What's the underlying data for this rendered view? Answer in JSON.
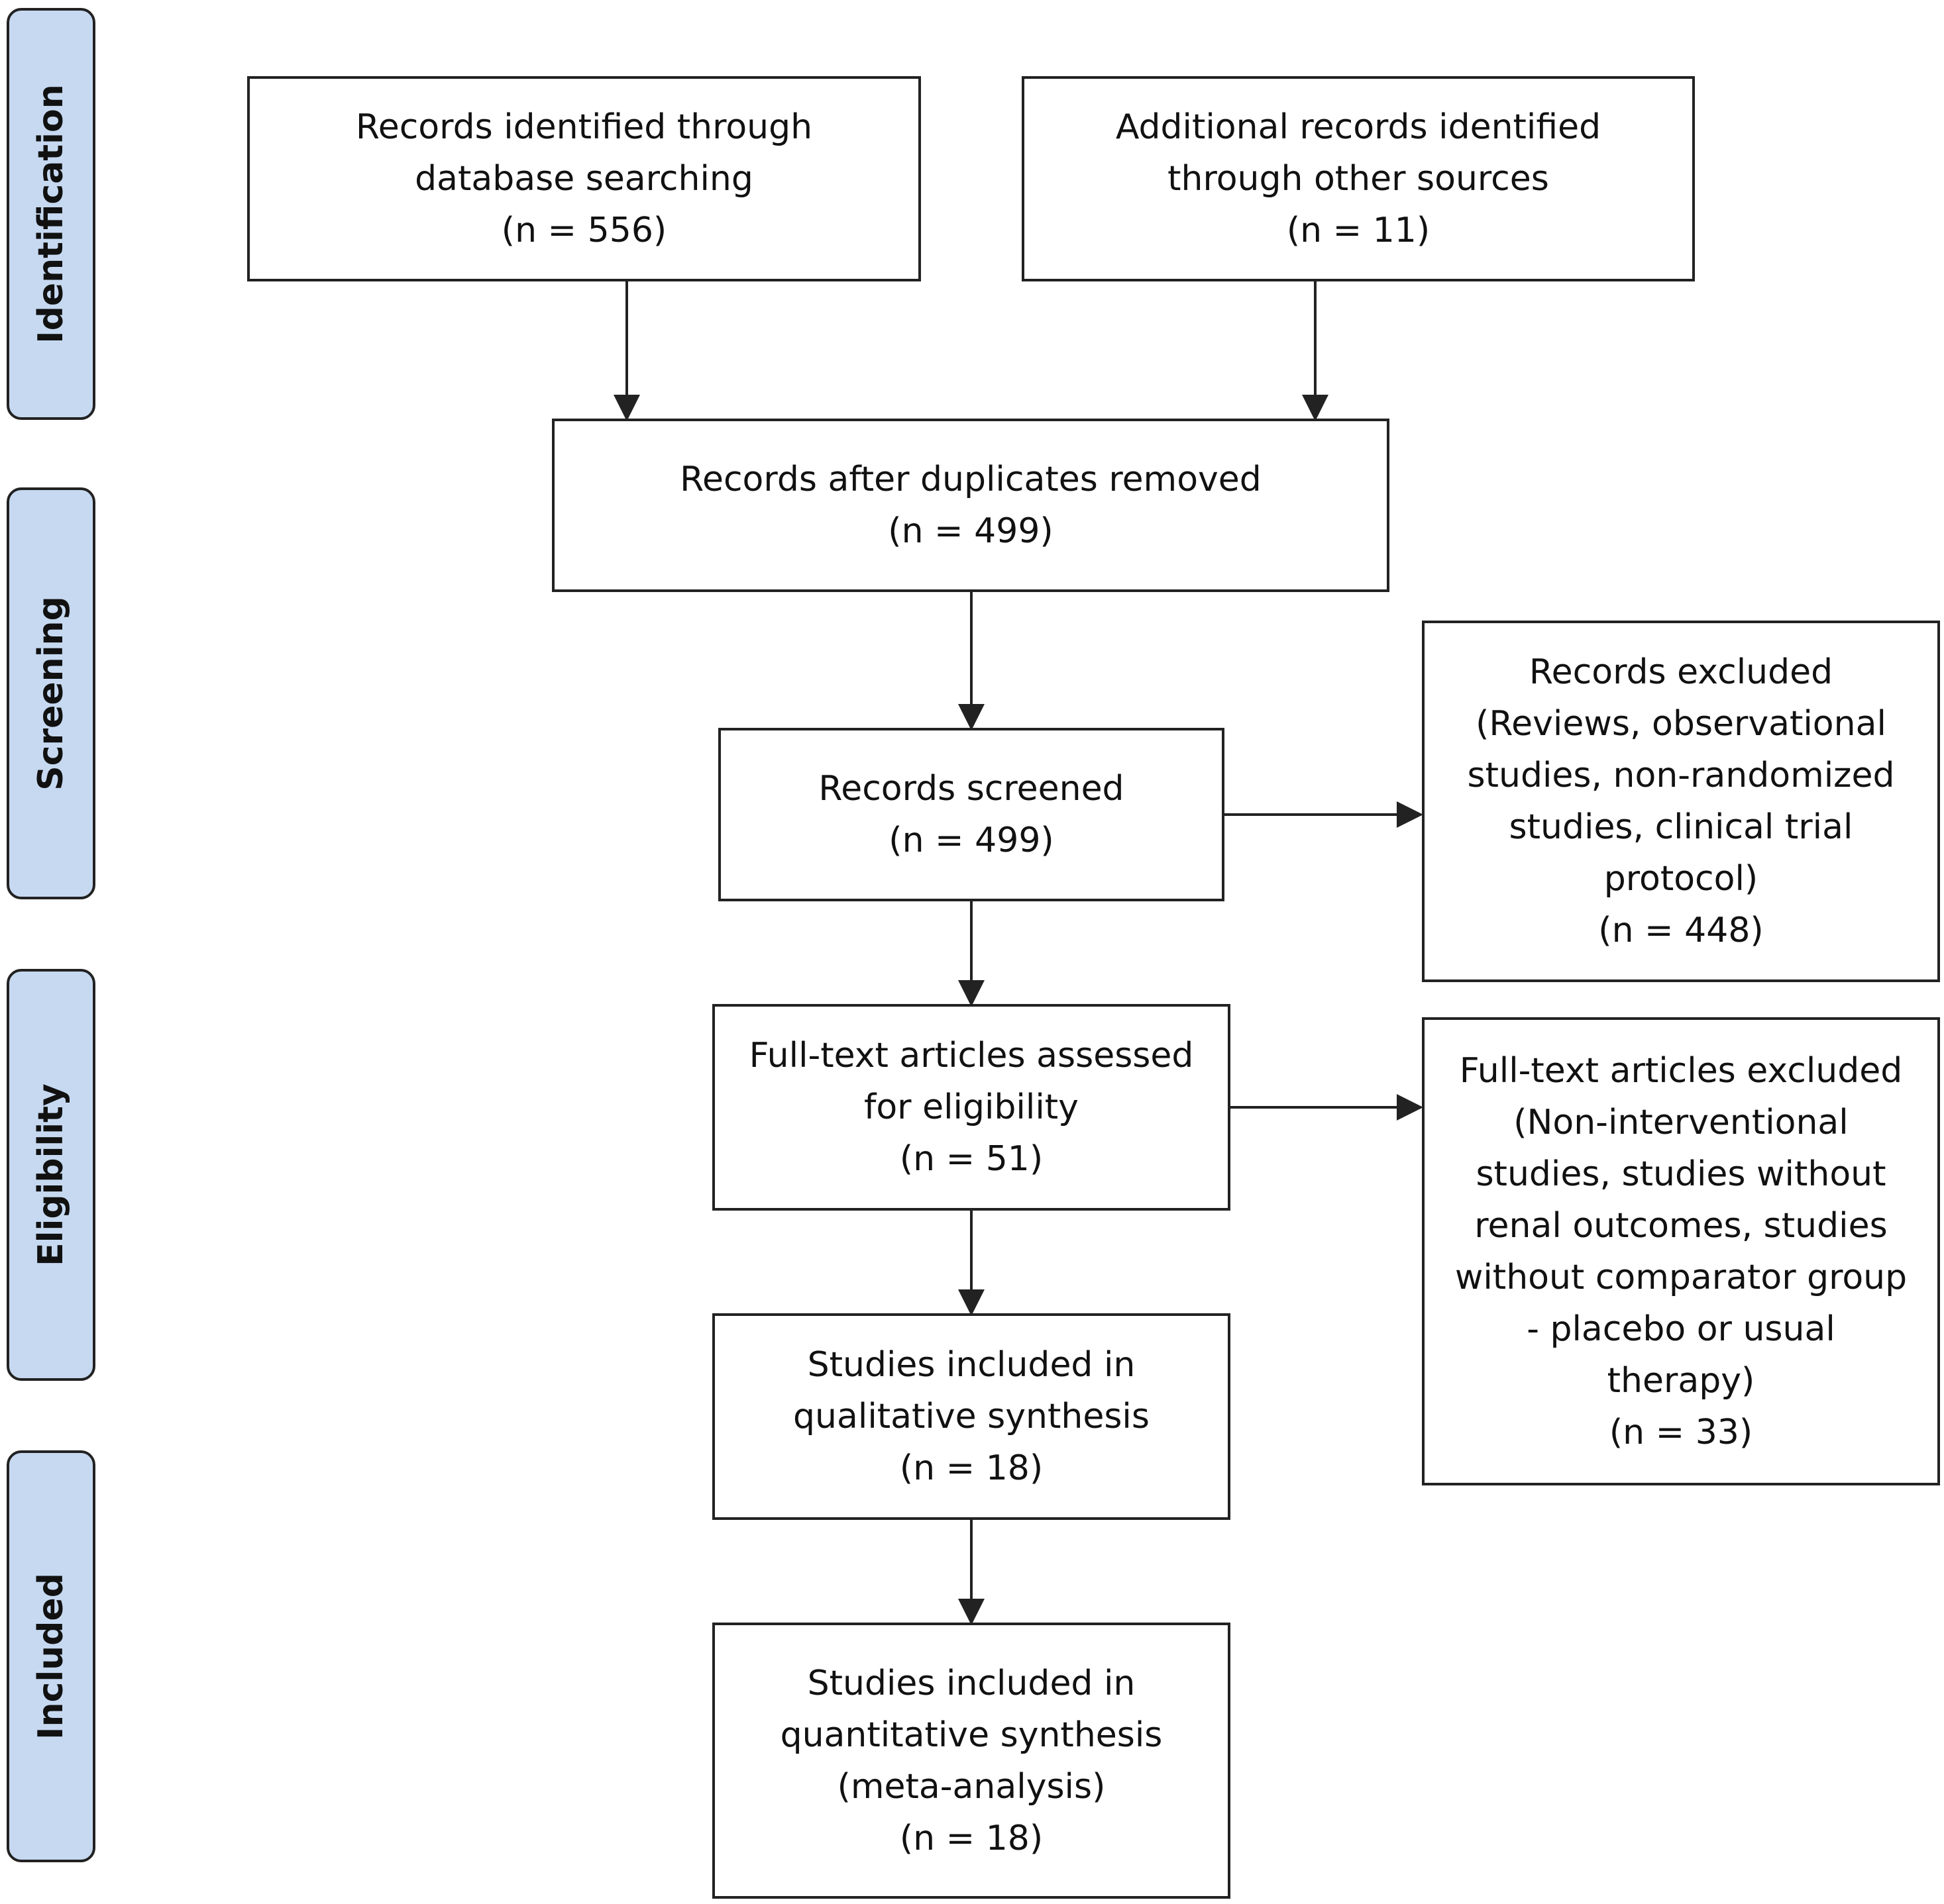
{
  "stages": {
    "identification": "Identification",
    "screening": "Screening",
    "eligibility": "Eligibility",
    "included": "Included"
  },
  "boxes": {
    "database_search": "Records identified through\ndatabase searching\n(n = 556)",
    "other_sources": "Additional records identified\nthrough other sources\n(n = 11)",
    "duplicates_removed": "Records after duplicates removed\n(n = 499)",
    "screened": "Records screened\n(n = 499)",
    "records_excluded": "Records excluded\n(Reviews, observational\nstudies, non-randomized\nstudies, clinical trial\nprotocol)\n(n = 448)",
    "fulltext_assessed": "Full-text articles assessed\nfor eligibility\n(n = 51)",
    "fulltext_excluded": "Full-text articles excluded\n(Non-interventional\nstudies, studies without\nrenal outcomes, studies\nwithout comparator group\n- placebo or usual\ntherapy)\n(n = 33)",
    "qualitative": "Studies included in\nqualitative synthesis\n(n = 18)",
    "quantitative": "Studies included in\nquantitative synthesis\n(meta-analysis)\n(n = 18)"
  },
  "colors": {
    "stage_fill": "#c6d9f1",
    "line": "#222222"
  }
}
